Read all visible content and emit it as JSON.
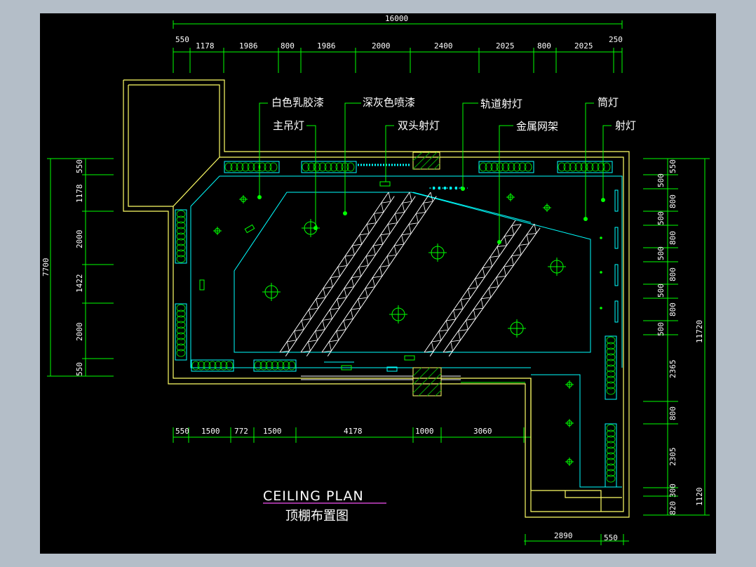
{
  "drawing": {
    "title_en": "CEILING PLAN",
    "title_cn": "顶棚布置图",
    "top_total": "16000",
    "top_dims": [
      "550",
      "1178",
      "1986",
      "800",
      "1986",
      "2000",
      "2400",
      "2025",
      "800",
      "2025",
      "250"
    ],
    "bottom_dims": [
      "550",
      "1500",
      "772",
      "1500",
      "4178",
      "1000",
      "3060"
    ],
    "bottom_right_dims": [
      "2890",
      "550"
    ],
    "left_total": "7700",
    "left_dims": [
      "550",
      "1178",
      "2000",
      "1422",
      "2000",
      "550"
    ],
    "right_total": "11720",
    "right_dims": [
      "550",
      "500",
      "800",
      "500",
      "800",
      "500",
      "800",
      "500",
      "800",
      "500",
      "2365",
      "800",
      "2305",
      "300",
      "820"
    ],
    "right_total_2": "1120",
    "labels": {
      "white_latex": "白色乳胶漆",
      "grey_spray": "深灰色喷漆",
      "track_light": "轨道射灯",
      "downlight": "筒灯",
      "main_chandelier": "主吊灯",
      "double_spot": "双头射灯",
      "metal_grid": "金属网架",
      "spotlight": "射灯"
    }
  },
  "colors": {
    "background": "#000000",
    "frame": "#b4bec8",
    "dimension": "#00ff00",
    "wall": "#ffff66",
    "ceiling": "#00ffff",
    "text": "#ffffff",
    "title_underline": "#cc44cc"
  }
}
